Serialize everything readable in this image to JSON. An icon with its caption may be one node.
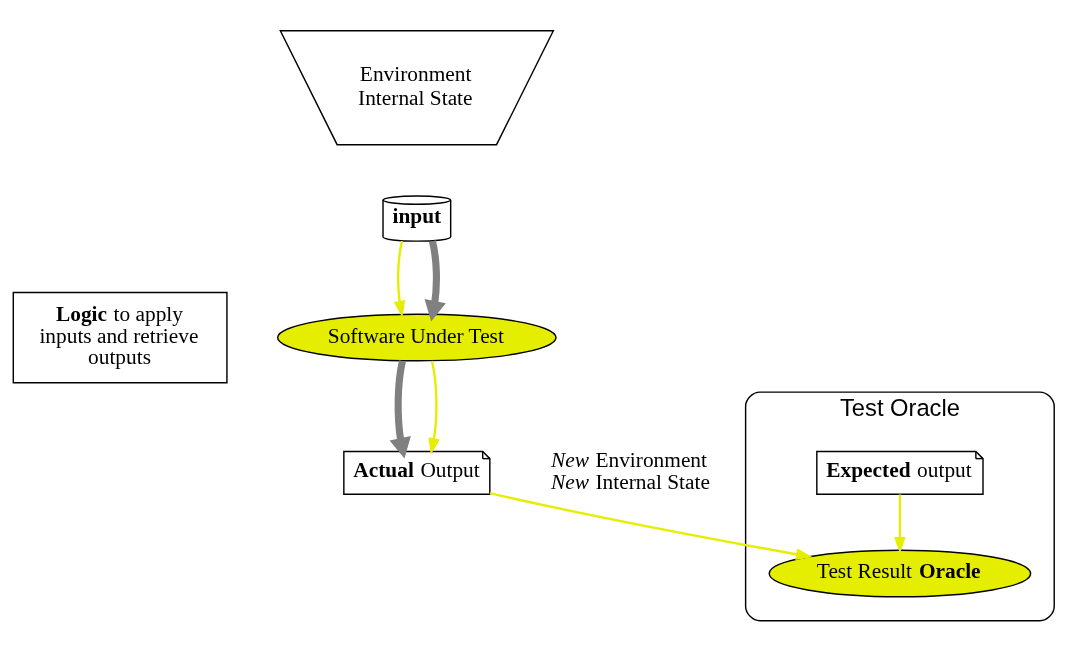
{
  "diagram": {
    "nodes": [
      {
        "text": [
          "Environment",
          "Internal State"
        ]
      },
      {
        "text": [
          "**input**"
        ]
      },
      {
        "text": [
          "**Logic** to apply inputs and retrieve outputs"
        ]
      },
      {
        "text": [
          "Software Under Test"
        ]
      },
      {
        "text": [
          "**Actual** Output"
        ],
        "beside": [
          "*New* Environment",
          "*New* Internal State"
        ]
      },
      {
        "text": [
          "Test Oracle"
        ]
      },
      {
        "text": [
          "**Expected** output"
        ],
        "in": 5
      },
      {
        "text": [
          "Test Result **Oracle**"
        ],
        "in": 5
      }
    ],
    "edges": [
      {
        "from": 1,
        "to": 3,
        "arrow": "to"
      },
      {
        "from": 1,
        "to": 3,
        "arrow": "to",
        "style": "thick",
        "color": "#808080"
      },
      {
        "from": 3,
        "to": 4,
        "arrow": "to",
        "style": "thick",
        "color": "#808080"
      },
      {
        "from": 3,
        "to": 4,
        "arrow": "to"
      },
      {
        "from": 4,
        "to": 7,
        "arrow": "to"
      },
      {
        "from": 6,
        "to": 7,
        "arrow": "to"
      }
    ]
  }
}
